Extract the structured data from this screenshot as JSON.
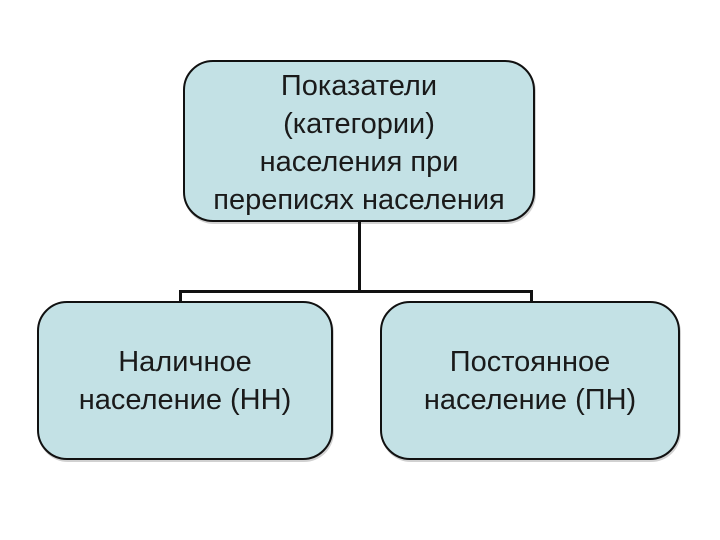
{
  "slide": {
    "colors": {
      "background": "#ffffff",
      "node_fill": "#c3e1e5",
      "node_border": "#111111",
      "connector": "#111111",
      "text": "#1a1a1a"
    },
    "diagram": {
      "type": "hierarchy",
      "root": {
        "lines": [
          "Показатели",
          "(категории)",
          "населения при",
          "переписях населения"
        ],
        "full_text": "Показатели (категории) населения при переписях населения"
      },
      "children": [
        {
          "id": "present-population",
          "lines": [
            "Наличное",
            "население (НН)"
          ],
          "full_text": "Наличное население (НН)"
        },
        {
          "id": "permanent-population",
          "lines": [
            "Постоянное",
            "население (ПН)"
          ],
          "full_text": "Постоянное население (ПН)"
        }
      ]
    }
  }
}
